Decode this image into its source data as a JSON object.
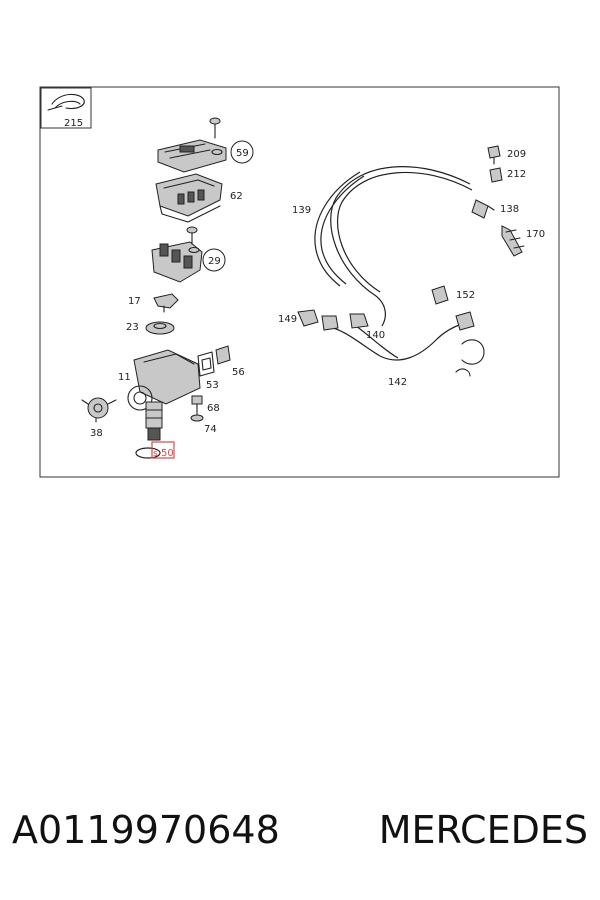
{
  "diagram": {
    "callouts": {
      "c215": "215",
      "c59": "59",
      "c62": "62",
      "c29": "29",
      "c17": "17",
      "c23": "23",
      "c11": "11",
      "c53": "53",
      "c56": "56",
      "c68": "68",
      "c74": "74",
      "c38": "38",
      "c50": "50",
      "c139": "139",
      "c209": "209",
      "c212": "212",
      "c138": "138",
      "c170": "170",
      "c149": "149",
      "c152": "152",
      "c140": "140",
      "c142": "142"
    },
    "highlight_prefix": "s",
    "highlight_color": "#e0474c"
  },
  "caption": {
    "part_number": "A0119970648",
    "brand": "MERCEDES"
  }
}
